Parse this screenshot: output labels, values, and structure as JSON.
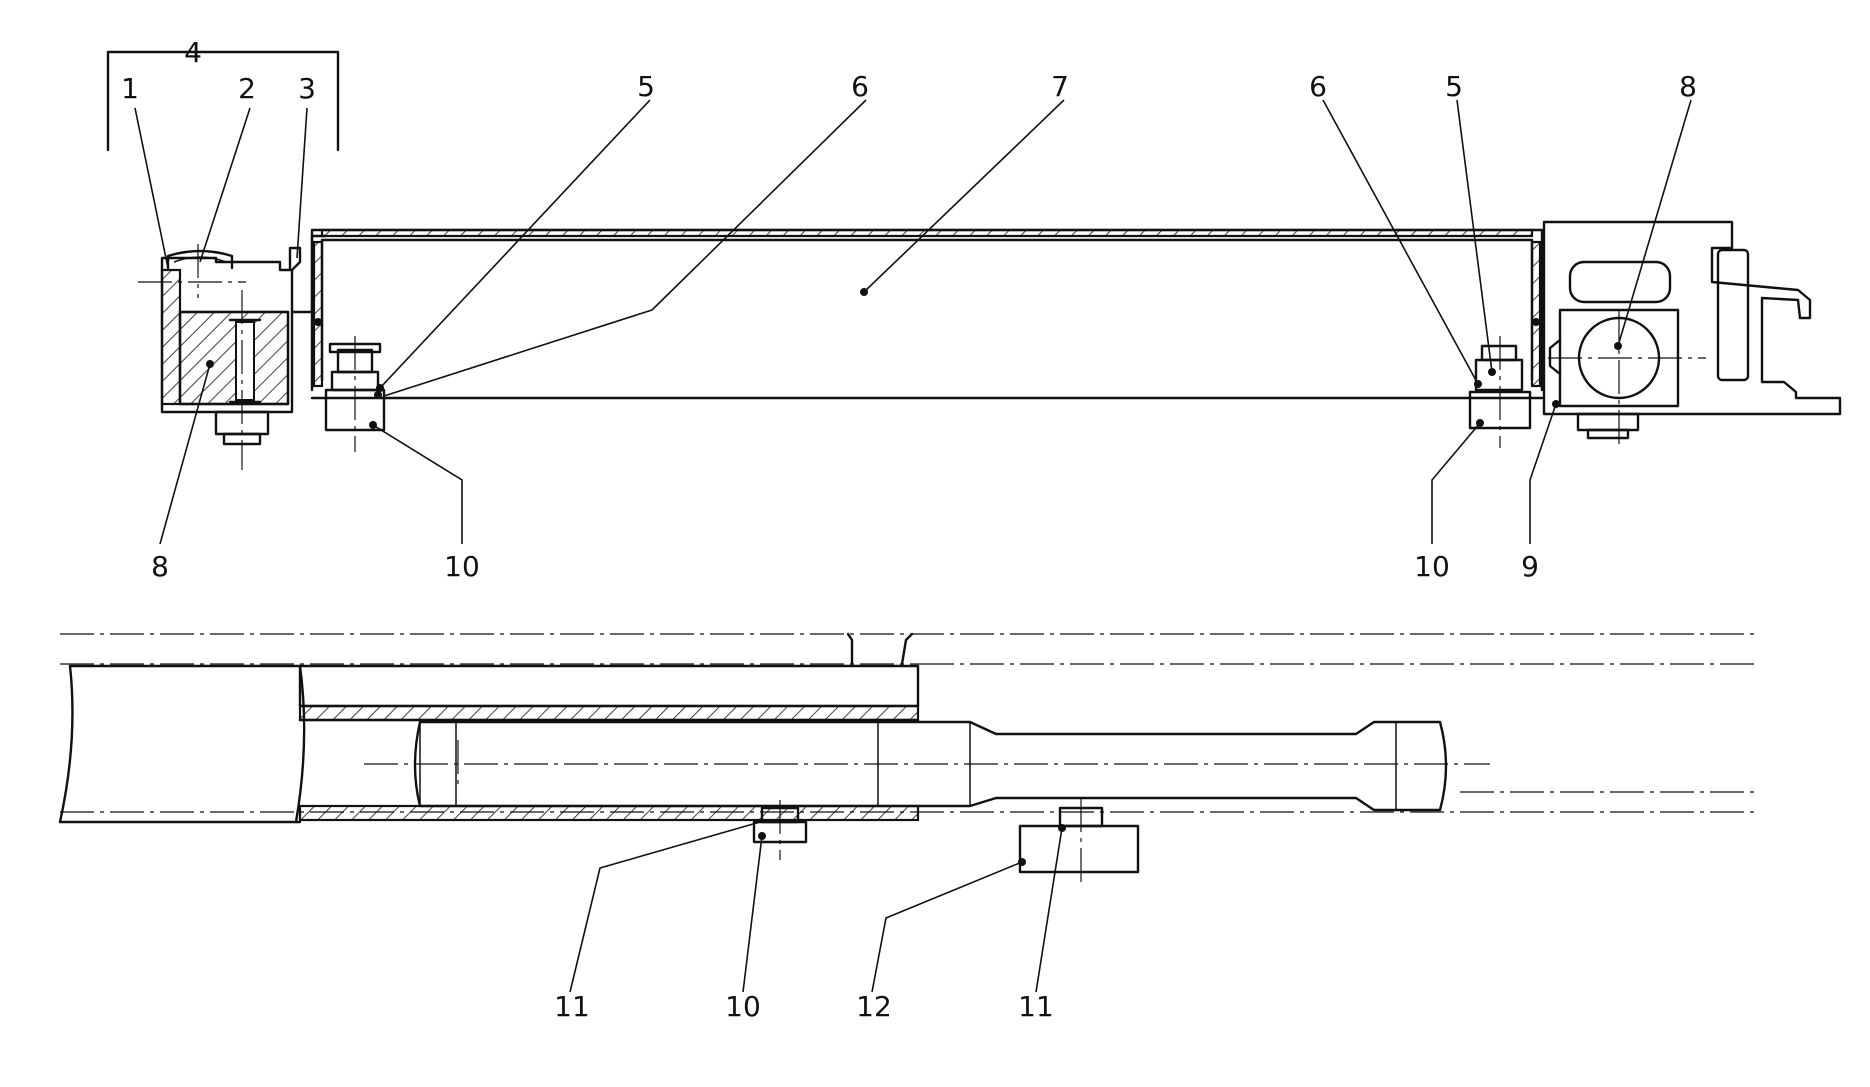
{
  "labels": {
    "top": {
      "bracket": "4",
      "l1": "1",
      "l2": "2",
      "l3": "3",
      "l5_left": "5",
      "l6_left": "6",
      "l7": "7",
      "l6_right": "6",
      "l5_right": "5",
      "l8_right": "8",
      "l8_left": "8",
      "l10_left": "10",
      "l10_right": "10",
      "l9": "9"
    },
    "bottom": {
      "l11_left": "11",
      "l10": "10",
      "l12": "12",
      "l11_right": "11"
    }
  }
}
